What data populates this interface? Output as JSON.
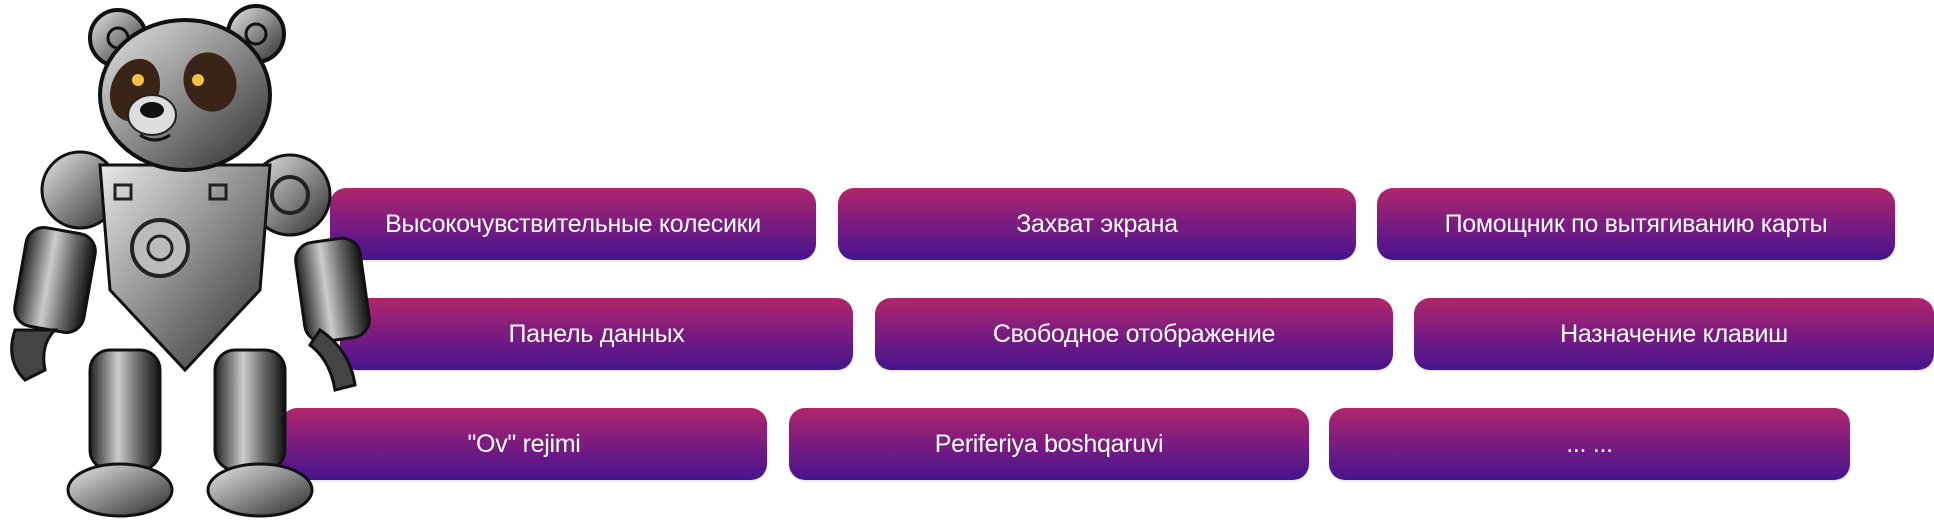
{
  "illustration": {
    "subject": "robot-panda-mascot"
  },
  "features": [
    {
      "label": "Высокочувствительные колесики"
    },
    {
      "label": "Захват экрана"
    },
    {
      "label": "Помощник по вытягиванию карты"
    },
    {
      "label": "Панель данных"
    },
    {
      "label": "Свободное отображение"
    },
    {
      "label": "Назначение клавиш"
    },
    {
      "label": "\"Ov\" rejimi"
    },
    {
      "label": "Periferiya boshqaruvi"
    },
    {
      "label": "... ..."
    }
  ],
  "colors": {
    "gradient_top": "#b0266a",
    "gradient_bottom": "#45148e",
    "text": "#ffffff"
  }
}
